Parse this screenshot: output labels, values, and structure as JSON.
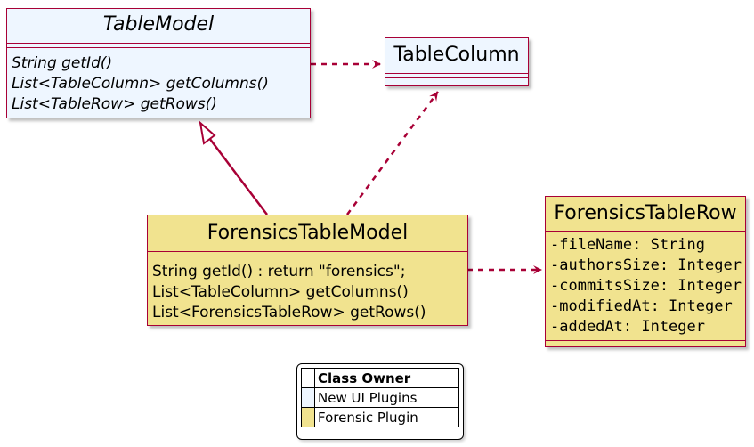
{
  "classes": {
    "table_model": {
      "name": "TableModel",
      "methods": [
        "String getId()",
        "List<TableColumn> getColumns()",
        "List<TableRow> getRows()"
      ]
    },
    "table_column": {
      "name": "TableColumn"
    },
    "forensics_table_model": {
      "name": "ForensicsTableModel",
      "methods": [
        "String getId() : return \"forensics\";",
        "List<TableColumn> getColumns()",
        "List<ForensicsTableRow> getRows()"
      ]
    },
    "forensics_table_row": {
      "name": "ForensicsTableRow",
      "fields": [
        "-fileName: String",
        "-authorsSize: Integer",
        "-commitsSize: Integer",
        "-modifiedAt: Integer",
        "-addedAt: Integer"
      ]
    }
  },
  "legend": {
    "header": "Class Owner",
    "items": [
      {
        "label": "New UI Plugins",
        "color": "#eef6ff"
      },
      {
        "label": "Forensic Plugin",
        "color": "#f1e38f"
      }
    ]
  },
  "colors": {
    "border": "#a80036",
    "blue_fill": "#eef6ff",
    "yellow_fill": "#f1e38f"
  }
}
